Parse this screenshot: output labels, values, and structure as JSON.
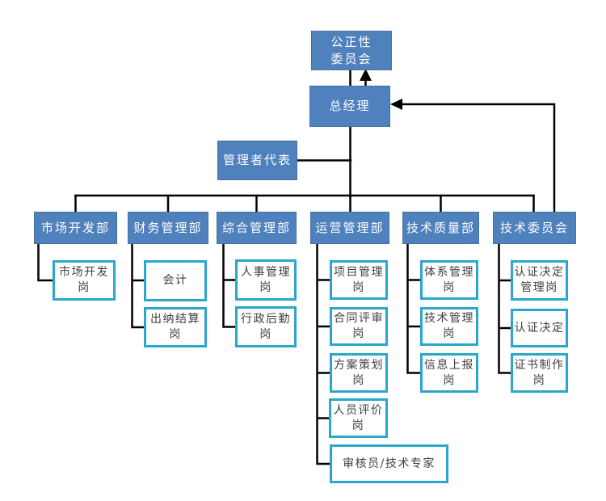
{
  "org_chart": {
    "nodes": {
      "impartiality_committee": {
        "lines": [
          "公正性",
          "委员会"
        ]
      },
      "general_manager": {
        "label": "总经理"
      },
      "management_representative": {
        "label": "管理者代表"
      }
    },
    "departments": [
      {
        "label": "市场开发部",
        "positions": [
          {
            "lines": [
              "市场开发",
              "岗"
            ]
          }
        ]
      },
      {
        "label": "财务管理部",
        "positions": [
          {
            "lines": [
              "会计"
            ]
          },
          {
            "lines": [
              "出纳结算",
              "岗"
            ]
          }
        ]
      },
      {
        "label": "综合管理部",
        "positions": [
          {
            "lines": [
              "人事管理",
              "岗"
            ]
          },
          {
            "lines": [
              "行政后勤",
              "岗"
            ]
          }
        ]
      },
      {
        "label": "运营管理部",
        "positions": [
          {
            "lines": [
              "项目管理",
              "岗"
            ]
          },
          {
            "lines": [
              "合同评审",
              "岗"
            ]
          },
          {
            "lines": [
              "方案策划",
              "岗"
            ]
          },
          {
            "lines": [
              "人员评价",
              "岗"
            ]
          },
          {
            "lines": [
              "审核员/技术专家"
            ]
          }
        ]
      },
      {
        "label": "技术质量部",
        "positions": [
          {
            "lines": [
              "体系管理",
              "岗"
            ]
          },
          {
            "lines": [
              "技术管理",
              "岗"
            ]
          },
          {
            "lines": [
              "信息上报",
              "岗"
            ]
          }
        ]
      },
      {
        "label": "技术委员会",
        "positions": [
          {
            "lines": [
              "认证决定",
              "管理岗"
            ]
          },
          {
            "lines": [
              "认证决定"
            ]
          },
          {
            "lines": [
              "证书制作",
              "岗"
            ]
          }
        ]
      }
    ],
    "colors": {
      "primary_box_fill": "#4f81bd",
      "primary_box_border": "#44719f",
      "primary_box_text": "#ffffff",
      "position_box_border": "#2aa7cc",
      "position_box_fill": "#ffffff",
      "position_box_text": "#3f3f3f",
      "connector_line": "#000000"
    }
  }
}
